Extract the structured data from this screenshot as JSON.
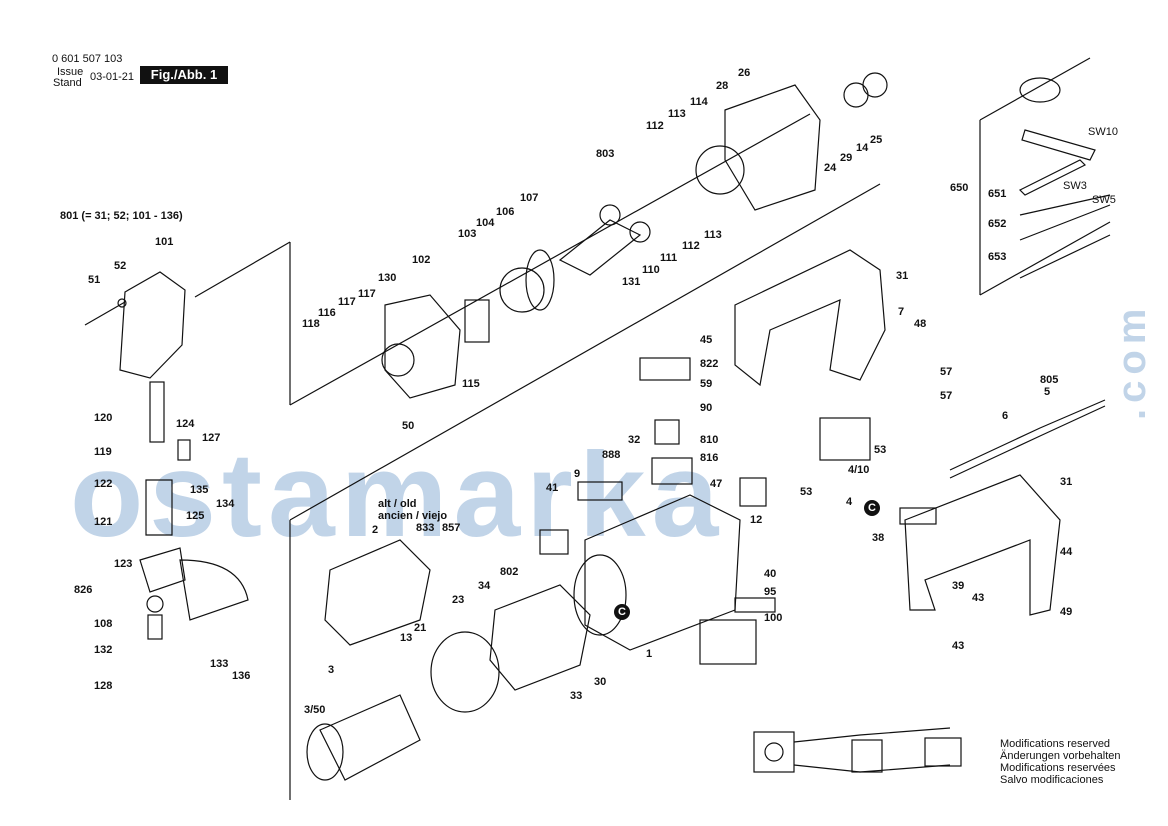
{
  "header": {
    "part_number": "0 601 507 103",
    "issue_label_en": "Issue",
    "issue_label_de": "Stand",
    "issue_date": "03-01-21",
    "figure_label": "Fig./Abb. 1"
  },
  "assembly_note": "801 (= 31; 52; 101 - 136)",
  "alt_label_1": "alt / old",
  "alt_label_2": "ancien / viejo",
  "tools": {
    "group": "650",
    "sw10": "SW10",
    "sw3": "SW3",
    "sw5": "SW5"
  },
  "circle_marker": "C",
  "watermark": "ostamarka",
  "watermark_com": ".com",
  "modifications": [
    "Modifications reserved",
    "Änderungen vorbehalten",
    "Modifications reservées",
    "Salvo modificaciones"
  ],
  "part_labels": [
    "101",
    "51",
    "52",
    "120",
    "119",
    "124",
    "127",
    "135",
    "134",
    "122",
    "121",
    "125",
    "123",
    "826",
    "108",
    "132",
    "133",
    "136",
    "128",
    "118",
    "116",
    "117",
    "117",
    "130",
    "102",
    "115",
    "50",
    "103",
    "104",
    "106",
    "107",
    "803",
    "112",
    "113",
    "131",
    "110",
    "111",
    "112",
    "113",
    "114",
    "28",
    "26",
    "24",
    "29",
    "14",
    "25",
    "31",
    "7",
    "48",
    "45",
    "822",
    "59",
    "90",
    "810",
    "816",
    "32",
    "888",
    "9",
    "41",
    "47",
    "2",
    "833",
    "857",
    "34",
    "802",
    "23",
    "13",
    "21",
    "3",
    "3/50",
    "33",
    "30",
    "1",
    "40",
    "95",
    "100",
    "805",
    "5",
    "6",
    "57",
    "57",
    "53",
    "4/10",
    "53",
    "4",
    "12",
    "38",
    "31",
    "44",
    "39",
    "43",
    "43",
    "49",
    "651",
    "652",
    "653"
  ]
}
